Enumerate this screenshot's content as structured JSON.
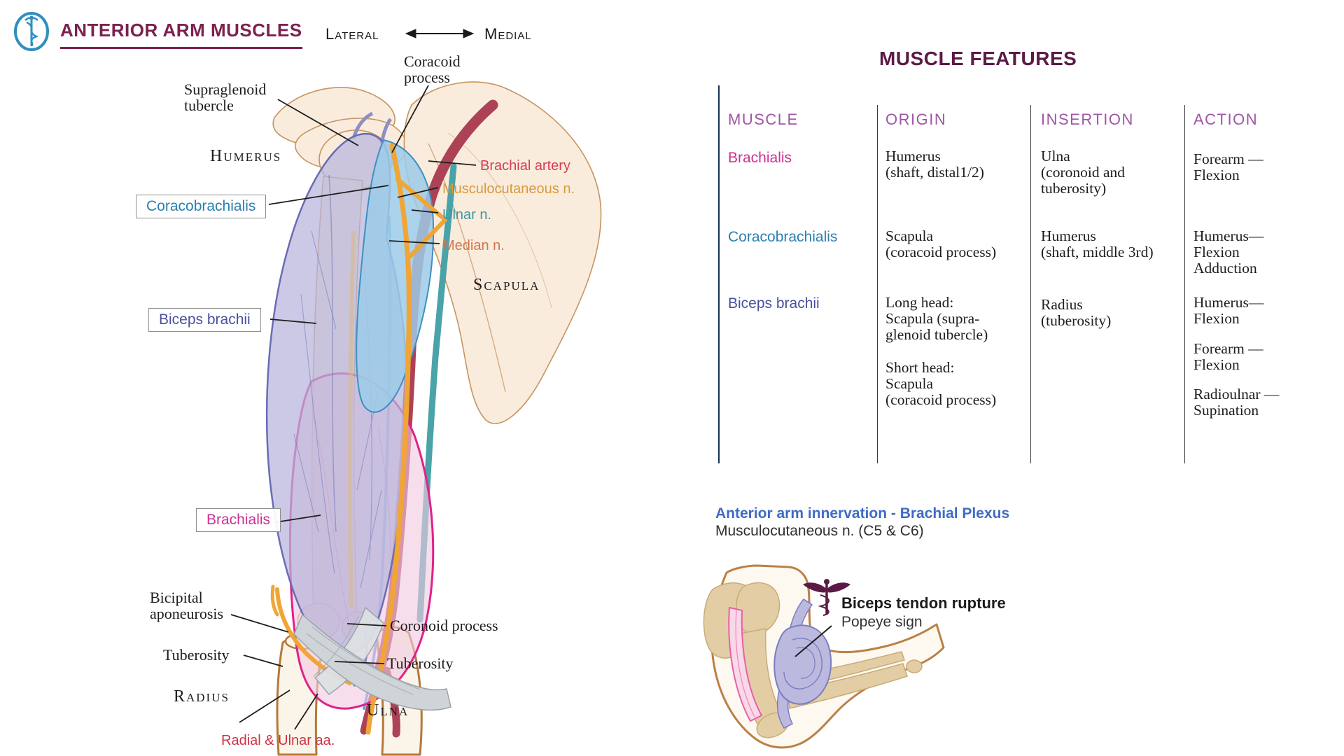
{
  "header": {
    "title": "ANTERIOR ARM MUSCLES",
    "orientation": {
      "left": "Lateral",
      "right": "Medial"
    }
  },
  "diagram": {
    "labels": {
      "supraglenoid": [
        "Supraglenoid",
        "tubercle"
      ],
      "coracoid_process": [
        "Coracoid",
        "process"
      ],
      "humerus": "Humerus",
      "scapula": "Scapula",
      "radius": "Radius",
      "ulna": "Ulna",
      "bicipital_aponeurosis": [
        "Bicipital",
        "aponeurosis"
      ],
      "tuberosity_left": "Tuberosity",
      "tuberosity_right": "Tuberosity",
      "coronoid_process": "Coronoid process"
    },
    "muscle_boxes": {
      "coracobrachialis": "Coracobrachialis",
      "biceps_brachii": "Biceps brachii",
      "brachialis": "Brachialis"
    },
    "neurovascular": {
      "brachial_artery": "Brachial artery",
      "musculocutaneous": "Musculocutaneous n.",
      "ulnar": "Ulnar n.",
      "median": "Median n.",
      "radial_ulnar": "Radial & Ulnar aa."
    }
  },
  "table": {
    "title": "MUSCLE FEATURES",
    "headers": [
      "MUSCLE",
      "ORIGIN",
      "INSERTION",
      "ACTION"
    ],
    "rows": [
      {
        "muscle": "Brachialis",
        "origin": [
          "Humerus",
          "(shaft, distal1/2)"
        ],
        "insertion": [
          "Ulna",
          "(coronoid and",
          "tuberosity)"
        ],
        "action": [
          "Forearm —",
          "Flexion"
        ]
      },
      {
        "muscle": "Coracobrachialis",
        "origin": [
          "Scapula",
          "(coracoid process)"
        ],
        "insertion": [
          "Humerus",
          "(shaft, middle 3rd)"
        ],
        "action": [
          "Humerus—",
          "Flexion",
          "Adduction"
        ]
      },
      {
        "muscle": "Biceps brachii",
        "origin_long": [
          "Long head:",
          "Scapula (supra-",
          "glenoid tubercle)"
        ],
        "origin_short": [
          "Short head:",
          "Scapula",
          "(coracoid process)"
        ],
        "insertion": [
          "Radius",
          "(tuberosity)"
        ],
        "action_1": [
          "Humerus—",
          "Flexion"
        ],
        "action_2": [
          "Forearm —",
          "Flexion"
        ],
        "action_3": [
          "Radioulnar —",
          "Supination"
        ]
      }
    ]
  },
  "innervation": {
    "heading": "Anterior arm innervation - Brachial Plexus",
    "detail": "Musculocutaneous n. (C5 & C6)"
  },
  "clinical": {
    "title": "Biceps tendon rupture",
    "subtitle": "Popeye sign"
  },
  "colors": {
    "title_maroon": "#7c2150",
    "table_title_plum": "#5b1a45",
    "table_header_purple": "#a055a5",
    "brachialis_pink": "#cb3093",
    "coracobrachialis_blue": "#2b80ae",
    "biceps_indigo": "#4a4f9e",
    "brachial_artery_red": "#d63c52",
    "artery_fill": "#ad4156",
    "musculocutaneous_gold": "#d89a3d",
    "nerve_orange_fill": "#f0a535",
    "ulnar_teal": "#3a9aa3",
    "median_orange": "#d0764d",
    "radial_ulnar_red": "#cc3344",
    "innervation_blue": "#3f6bc4",
    "logo_blue": "#2e8fc0",
    "biceps_muscle_fill": "#b7b4db",
    "brachialis_muscle_outline": "#e0218a",
    "coraco_muscle_fill": "#9ccbe8",
    "bone_fill": "#faecdd"
  }
}
